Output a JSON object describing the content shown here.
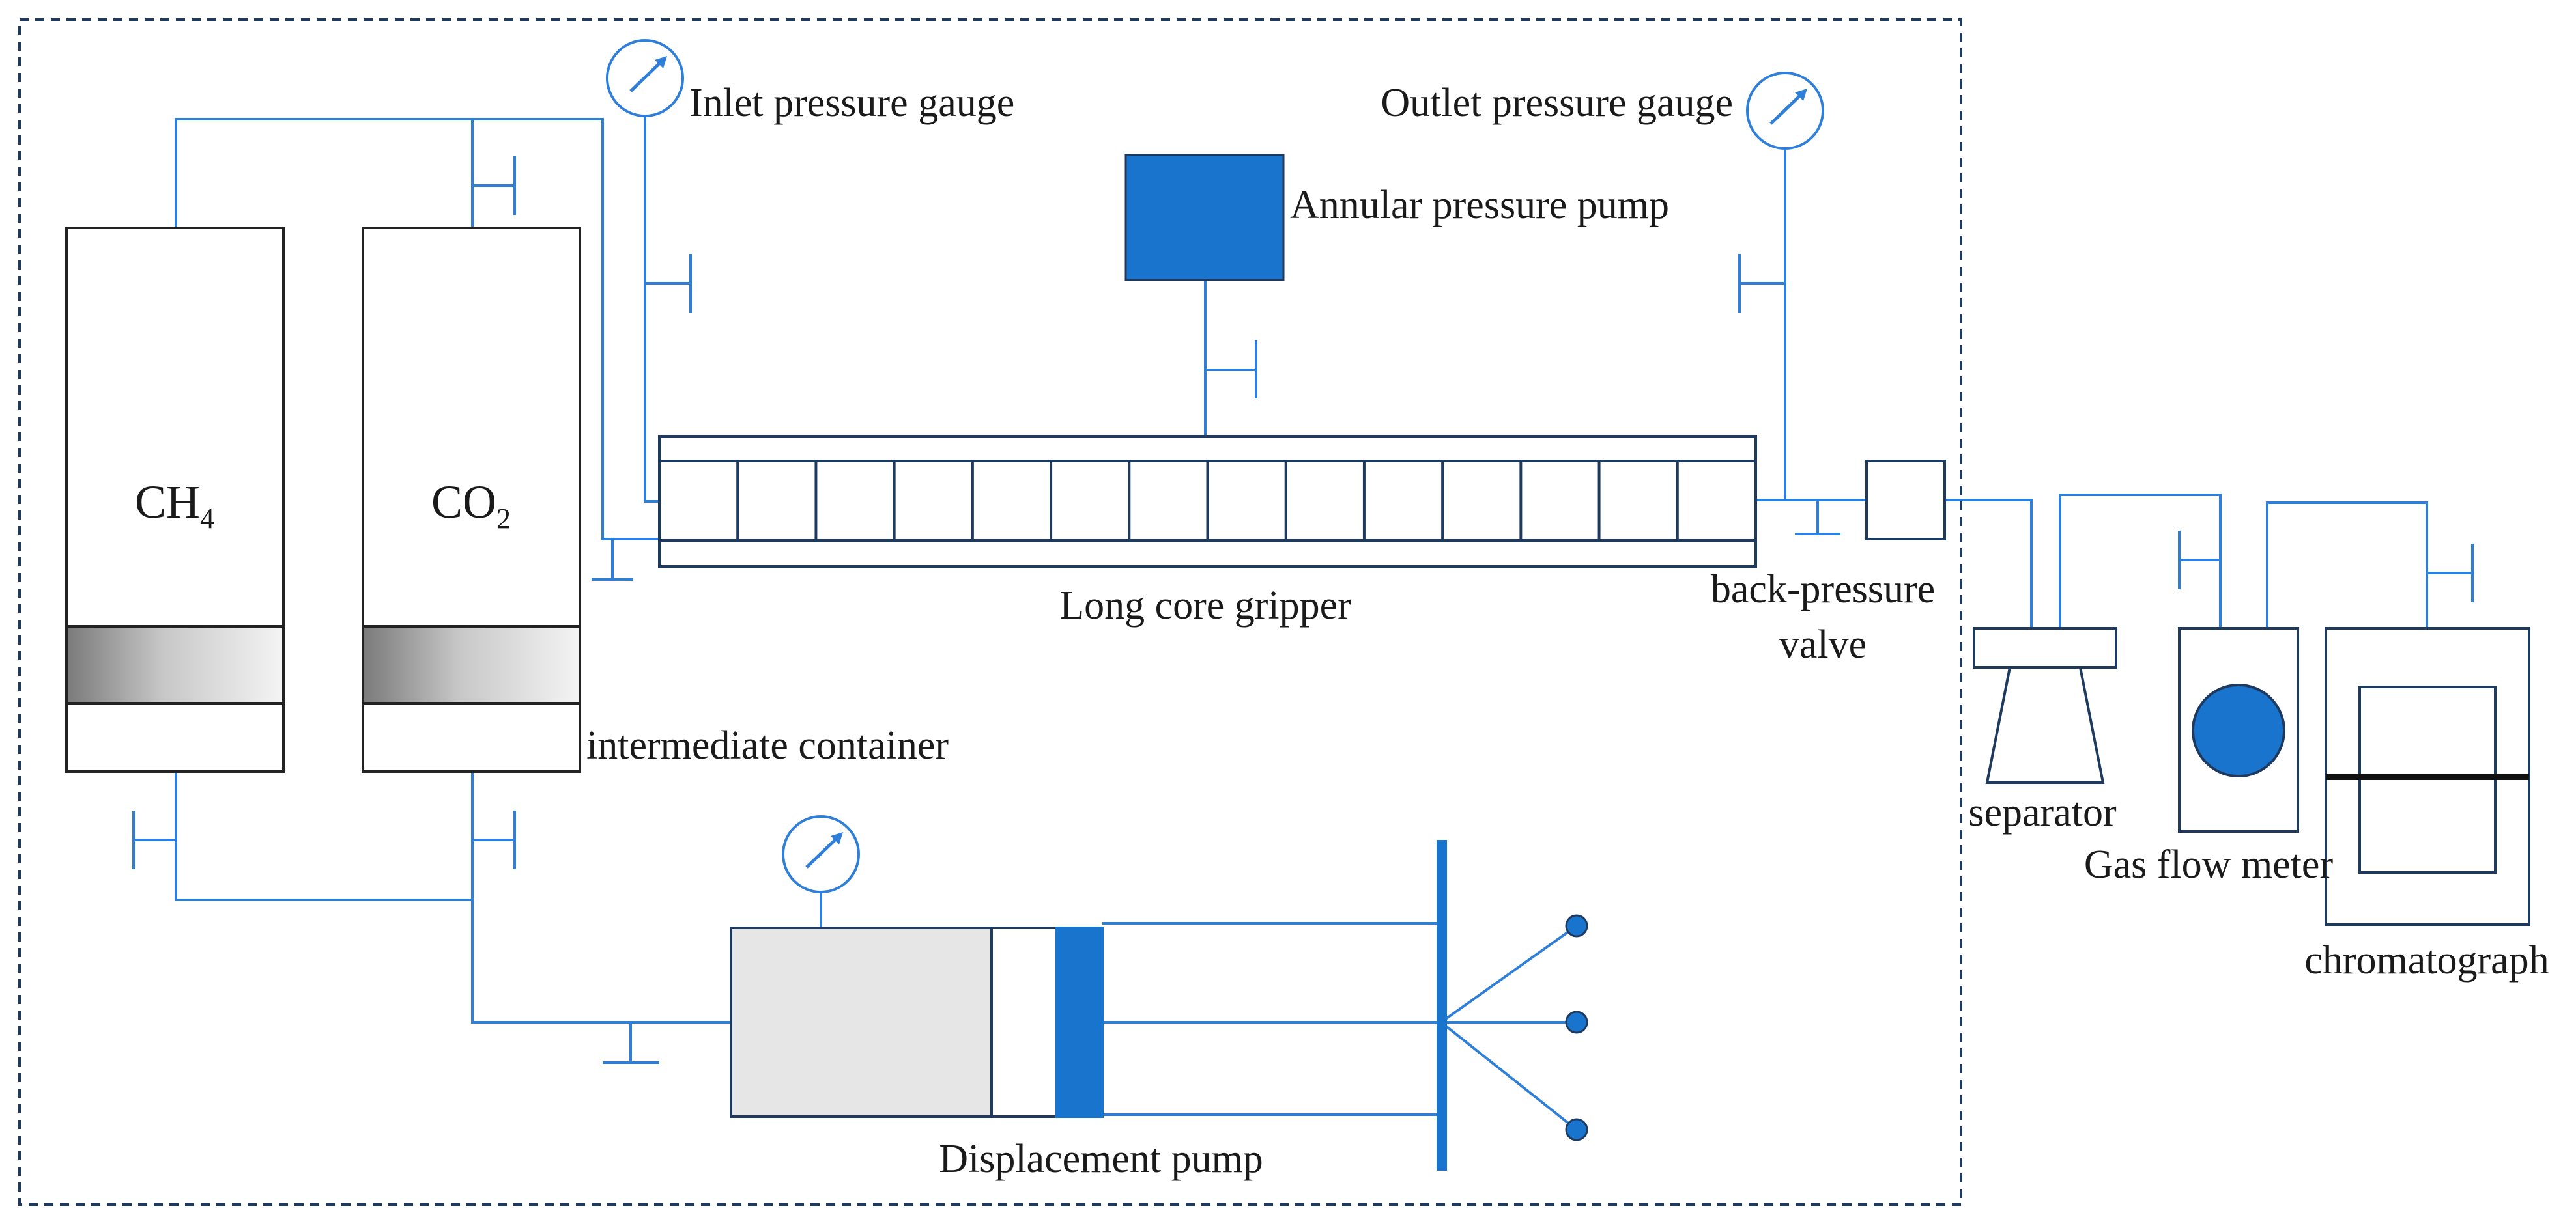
{
  "labels": {
    "inlet_gauge": "Inlet pressure gauge",
    "outlet_gauge": "Outlet pressure gauge",
    "annular_pump": "Annular pressure pump",
    "ch4_main": "CH",
    "ch4_sub": "4",
    "co2_main": "CO",
    "co2_sub": "2",
    "intermediate": "intermediate container",
    "long_core": "Long core gripper",
    "bpv_line1": "back-pressure",
    "bpv_line2": "valve",
    "separator": "separator",
    "gas_flow": "Gas flow meter",
    "chromatograph": "chromatograph",
    "displacement_pump": "Displacement pump"
  },
  "colors": {
    "pipe": "#2f7fd8",
    "equipment_fill": "#1874cd",
    "outline": "#222222",
    "frame": "#1f3a5f",
    "pump_barrel": "#e6e6e6"
  },
  "icons": {
    "pressure_gauge": "pressure-gauge-icon",
    "valve": "valve-icon"
  }
}
